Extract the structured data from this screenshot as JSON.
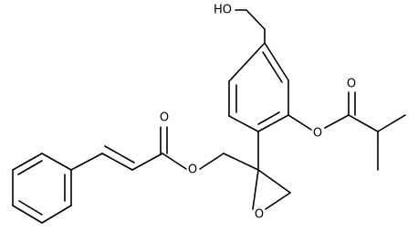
{
  "molecule": {
    "labels": {
      "hydroxyl": "HO",
      "ester_o_cinnamate": "O",
      "carbonyl_o_cinnamate": "O",
      "epoxide_o": "O",
      "ester_o_isobutyrate": "O",
      "carbonyl_o_isobutyrate": "O"
    },
    "colors": {
      "bond": "#000000",
      "text": "#000000",
      "background": "#ffffff"
    }
  }
}
